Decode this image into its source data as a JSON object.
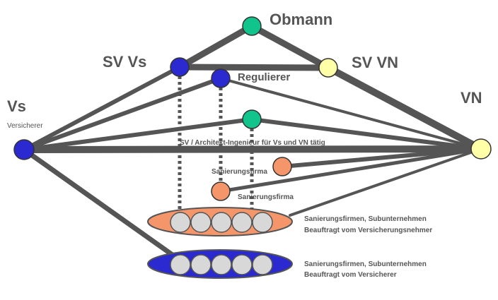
{
  "nodes": {
    "obmann": {
      "label": "Obmann",
      "color": "#10c48c"
    },
    "sv_vs": {
      "label": "SV Vs",
      "color": "#2a2ad0"
    },
    "sv_vn": {
      "label": "SV VN",
      "color": "#ffffa8"
    },
    "regulierer": {
      "label": "Regulierer",
      "color": "#2a2ad0"
    },
    "vs": {
      "label": "Vs",
      "sublabel": "Versicherer",
      "color": "#2a2ad0"
    },
    "vn": {
      "label": "VN",
      "color": "#ffffa8"
    },
    "ingenieur": {
      "label": "SV / Architekt-Ingenieur für Vs und VN tätig",
      "color": "#10c48c"
    },
    "sanierungsfirma_1": {
      "label": "Sanierungsfirma",
      "color": "#f5956a"
    },
    "sanierungsfirma_2": {
      "label": "Sanierungsfirma",
      "color": "#f5956a"
    }
  },
  "groups": {
    "vn_group": {
      "line1": "Sanierungsfirmen, Subunternehmen",
      "line2": "Beauftragt vom Versicherungsnehmer",
      "color": "#f5956a",
      "members": 5
    },
    "vs_group": {
      "line1": "Sanierungsfirmen, Subunternehmen",
      "line2": "Beauftragt vom Versicherer",
      "color": "#2a2ad0",
      "members": 5
    }
  },
  "colors": {
    "edge": "#555555",
    "member": "#d8d8d8"
  }
}
